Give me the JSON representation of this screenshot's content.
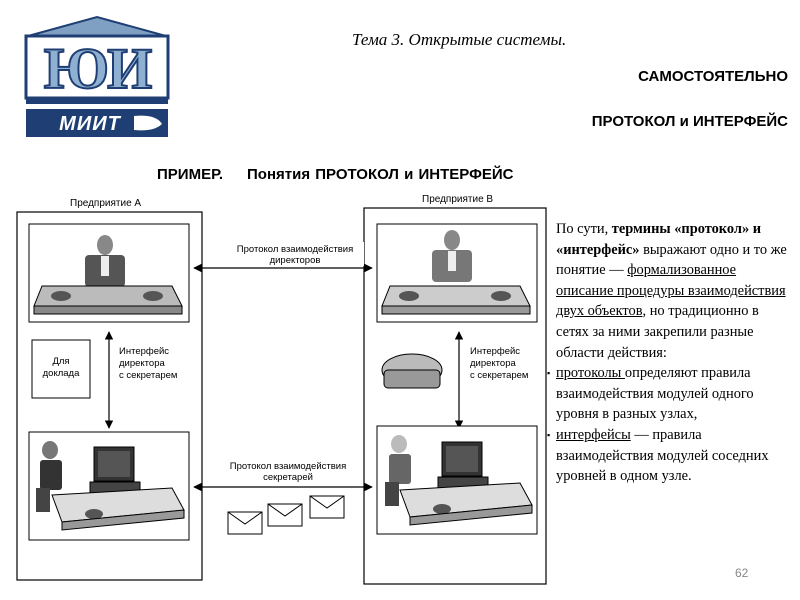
{
  "logo": {
    "monogram": "ЮИ",
    "brand": "МИИТ"
  },
  "header": {
    "topic": "Тема 3. Открытые системы.",
    "subtitle1": "САМОСТОЯТЕЛЬНО",
    "subtitle2": "ПРОТОКОЛ и ИНТЕРФЕЙС"
  },
  "example": {
    "label": "ПРИМЕР.",
    "concept": "Понятия ПРОТОКОЛ и ИНТЕРФЕЙС"
  },
  "diagram": {
    "enterprise_a": "Предприятие A",
    "enterprise_b": "Предприятие B",
    "protocol_directors": [
      "Протокол взаимодействия",
      "директоров"
    ],
    "interface_a": [
      "Интерфейс",
      "директора",
      "с секретарем"
    ],
    "interface_b": [
      "Интерфейс",
      "директора",
      "с секретарем"
    ],
    "report_note": [
      "Для",
      "доклада"
    ],
    "protocol_secretaries": [
      "Протокол взаимодействия",
      "секретарей"
    ]
  },
  "note": {
    "p1_intro": "По сути, ",
    "p1_terms": "термины «протокол» и «интерфейс»",
    "p1_mid": " выражают одно и то же понятие — ",
    "p1_formal": "формализованное описание процедуры взаимодействия двух объектов",
    "p1_end": ", но традиционно в сетях за ними закрепили разные области действия:",
    "b1_term": "протоколы ",
    "b1_text": "определяют правила взаимодействия модулей одного уровня в разных узлах,",
    "b2_term": "интерфейсы",
    "b2_text": " — правила взаимодействия модулей соседних уровней в одном узле."
  },
  "page_number": "62"
}
